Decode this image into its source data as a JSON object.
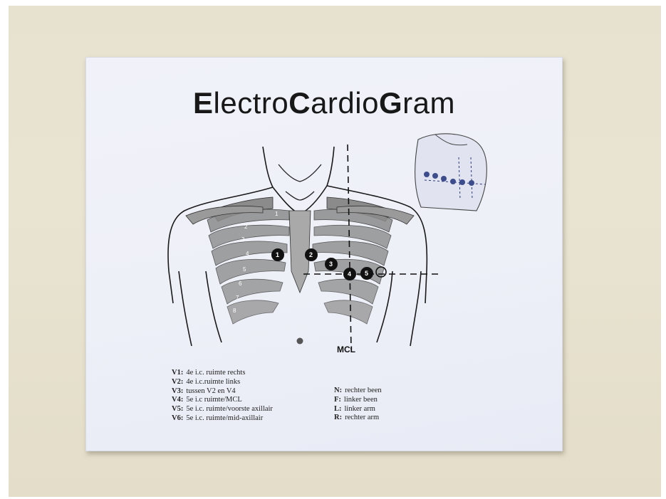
{
  "poster": {
    "title_parts": [
      {
        "text": "E",
        "bold": true
      },
      {
        "text": "lectro",
        "bold": false
      },
      {
        "text": "C",
        "bold": true
      },
      {
        "text": "ardio",
        "bold": false
      },
      {
        "text": "G",
        "bold": true
      },
      {
        "text": "ram",
        "bold": false
      }
    ],
    "mcl_label": "MCL",
    "electrodes": [
      "1",
      "2",
      "3",
      "4",
      "5",
      "6"
    ],
    "rib_numbers": [
      "1",
      "2",
      "3",
      "4",
      "5",
      "6",
      "7",
      "8"
    ],
    "leads": [
      {
        "label": "V1:",
        "text": "4e i.c. ruimte rechts"
      },
      {
        "label": "V2:",
        "text": "4e i.c.ruimte links"
      },
      {
        "label": "V3:",
        "text": "tussen V2 en V4"
      },
      {
        "label": "V4:",
        "text": "5e i.c ruimte/MCL"
      },
      {
        "label": "V5:",
        "text": "5e i.c. ruimte/voorste axillair"
      },
      {
        "label": "V6:",
        "text": "5e i.c. ruimte/mid-axillair"
      }
    ],
    "limbs": [
      {
        "label": "N:",
        "text": "rechter been"
      },
      {
        "label": "F:",
        "text": "linker been"
      },
      {
        "label": "L:",
        "text": "linker arm"
      },
      {
        "label": "R:",
        "text": "rechter arm"
      }
    ]
  }
}
